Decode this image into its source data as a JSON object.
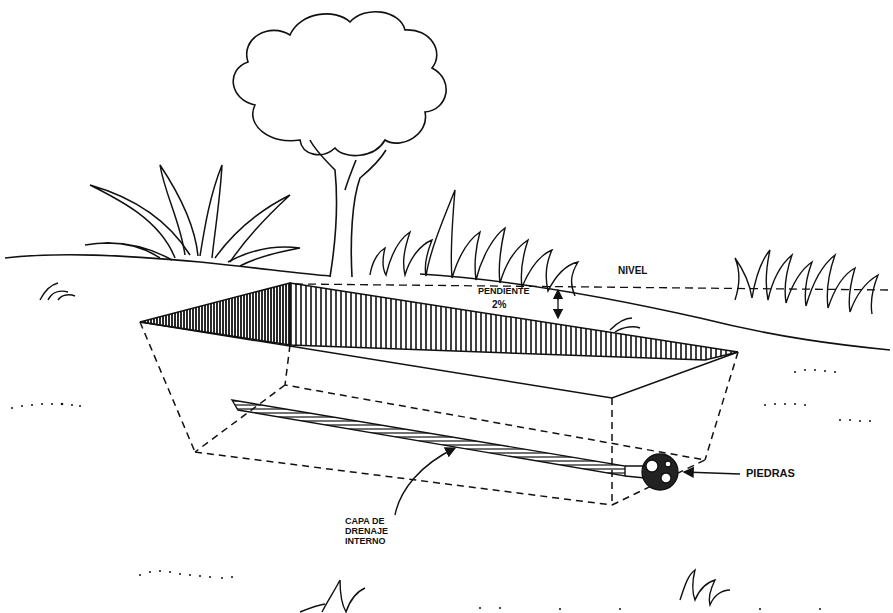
{
  "diagram": {
    "labels": [
      "NIVEL",
      "PENDIENTE",
      "2%",
      "CAPA DE DRENAJE INTERNO",
      "PIEDRAS"
    ]
  }
}
